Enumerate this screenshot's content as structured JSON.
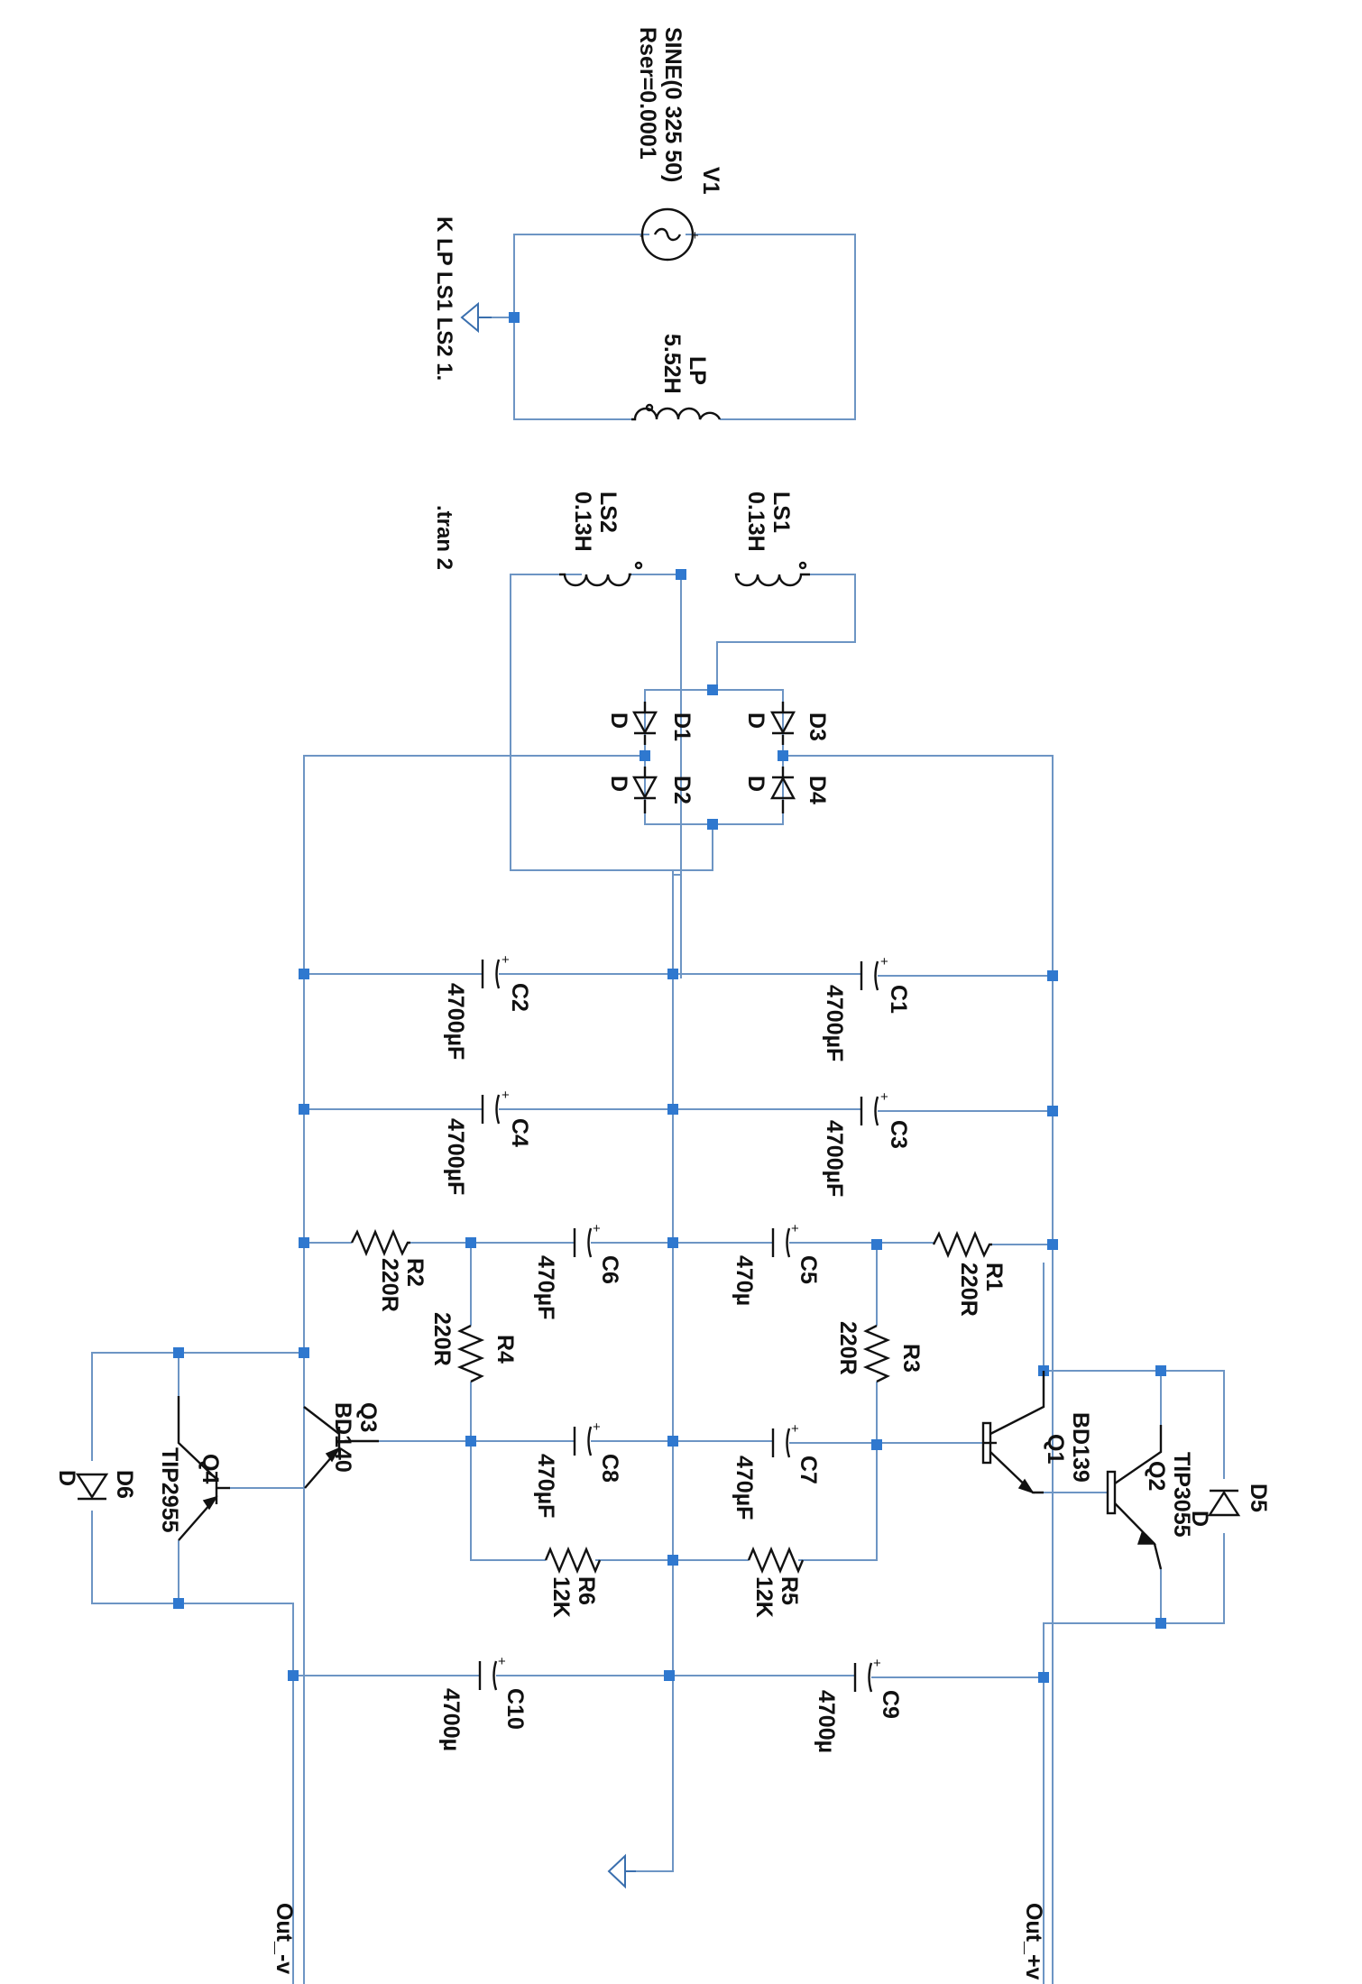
{
  "source": {
    "name": "V1",
    "value": "SINE(0 325 50)",
    "rser": "Rser=0.0001"
  },
  "directives": {
    "coupling": "K LP LS1 LS2 1.",
    "tran": ".tran 2"
  },
  "inductors": {
    "LP": {
      "name": "LP",
      "value": "5.52H"
    },
    "LS1": {
      "name": "LS1",
      "value": "0.13H"
    },
    "LS2": {
      "name": "LS2",
      "value": "0.13H"
    }
  },
  "diodes": {
    "D1": {
      "name": "D1",
      "model": "D"
    },
    "D2": {
      "name": "D2",
      "model": "D"
    },
    "D3": {
      "name": "D3",
      "model": "D"
    },
    "D4": {
      "name": "D4",
      "model": "D"
    },
    "D5": {
      "name": "D5",
      "model": "D"
    },
    "D6": {
      "name": "D6",
      "model": "D"
    }
  },
  "capacitors": {
    "C1": {
      "name": "C1",
      "value": "4700µF"
    },
    "C2": {
      "name": "C2",
      "value": "4700µF"
    },
    "C3": {
      "name": "C3",
      "value": "4700µF"
    },
    "C4": {
      "name": "C4",
      "value": "4700µF"
    },
    "C5": {
      "name": "C5",
      "value": "470µ"
    },
    "C6": {
      "name": "C6",
      "value": "470µF"
    },
    "C7": {
      "name": "C7",
      "value": "470µF"
    },
    "C8": {
      "name": "C8",
      "value": "470µF"
    },
    "C9": {
      "name": "C9",
      "value": "4700µ"
    },
    "C10": {
      "name": "C10",
      "value": "4700µ"
    }
  },
  "resistors": {
    "R1": {
      "name": "R1",
      "value": "220R"
    },
    "R2": {
      "name": "R2",
      "value": "220R"
    },
    "R3": {
      "name": "R3",
      "value": "220R"
    },
    "R4": {
      "name": "R4",
      "value": "220R"
    },
    "R5": {
      "name": "R5",
      "value": "12K"
    },
    "R6": {
      "name": "R6",
      "value": "12K"
    }
  },
  "transistors": {
    "Q1": {
      "name": "Q1",
      "model": "BD139"
    },
    "Q2": {
      "name": "Q2",
      "model": "TIP3055"
    },
    "Q3": {
      "name": "Q3",
      "model": "BD140"
    },
    "Q4": {
      "name": "Q4",
      "model": "TIP2955"
    }
  },
  "outputs": {
    "pos": "Out_+v",
    "neg": "Out_-v"
  },
  "symbols": {
    "plus": "+",
    "minus": "-"
  },
  "colors": {
    "wire": "#6d95c4",
    "node": "#2f78cf",
    "symbol": "#111111"
  }
}
